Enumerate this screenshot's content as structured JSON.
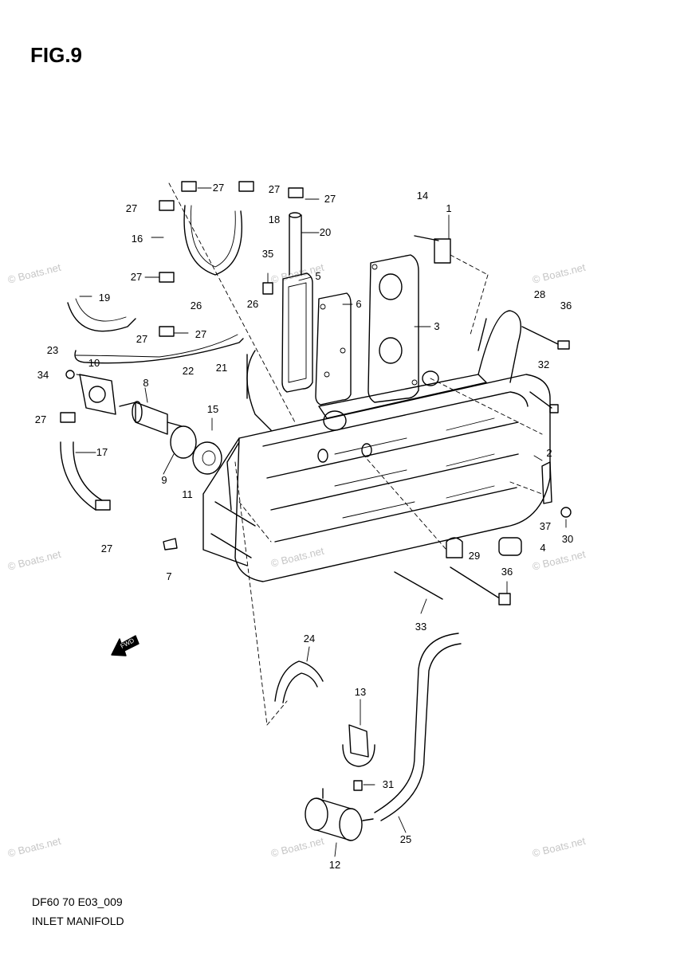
{
  "figure": {
    "title": "FIG.9",
    "code": "DF60 70 E03_009",
    "name": "INLET MANIFOLD"
  },
  "callouts": [
    {
      "id": "c1",
      "text": "1"
    },
    {
      "id": "c2",
      "text": "2"
    },
    {
      "id": "c3",
      "text": "3"
    },
    {
      "id": "c4",
      "text": "4"
    },
    {
      "id": "c5",
      "text": "5"
    },
    {
      "id": "c6",
      "text": "6"
    },
    {
      "id": "c7",
      "text": "7"
    },
    {
      "id": "c8",
      "text": "8"
    },
    {
      "id": "c9",
      "text": "9"
    },
    {
      "id": "c10",
      "text": "10"
    },
    {
      "id": "c11",
      "text": "11"
    },
    {
      "id": "c12",
      "text": "12"
    },
    {
      "id": "c13",
      "text": "13"
    },
    {
      "id": "c14",
      "text": "14"
    },
    {
      "id": "c15",
      "text": "15"
    },
    {
      "id": "c16",
      "text": "16"
    },
    {
      "id": "c17",
      "text": "17"
    },
    {
      "id": "c18",
      "text": "18"
    },
    {
      "id": "c19",
      "text": "19"
    },
    {
      "id": "c20",
      "text": "20"
    },
    {
      "id": "c21",
      "text": "21"
    },
    {
      "id": "c22",
      "text": "22"
    },
    {
      "id": "c23",
      "text": "23"
    },
    {
      "id": "c24",
      "text": "24"
    },
    {
      "id": "c25",
      "text": "25"
    },
    {
      "id": "c26a",
      "text": "26"
    },
    {
      "id": "c26b",
      "text": "26"
    },
    {
      "id": "c27a",
      "text": "27"
    },
    {
      "id": "c27b",
      "text": "27"
    },
    {
      "id": "c27c",
      "text": "27"
    },
    {
      "id": "c27d",
      "text": "27"
    },
    {
      "id": "c27e",
      "text": "27"
    },
    {
      "id": "c27f",
      "text": "27"
    },
    {
      "id": "c27g",
      "text": "27"
    },
    {
      "id": "c27h",
      "text": "27"
    },
    {
      "id": "c27i",
      "text": "27"
    },
    {
      "id": "c27j",
      "text": "27"
    },
    {
      "id": "c28",
      "text": "28"
    },
    {
      "id": "c29",
      "text": "29"
    },
    {
      "id": "c30",
      "text": "30"
    },
    {
      "id": "c31",
      "text": "31"
    },
    {
      "id": "c32",
      "text": "32"
    },
    {
      "id": "c33",
      "text": "33"
    },
    {
      "id": "c34",
      "text": "34"
    },
    {
      "id": "c35",
      "text": "35"
    },
    {
      "id": "c36a",
      "text": "36"
    },
    {
      "id": "c36b",
      "text": "36"
    },
    {
      "id": "c37",
      "text": "37"
    }
  ],
  "watermark": "© Boats.net",
  "direction_arrow": "FWD",
  "colors": {
    "line": "#000000",
    "background": "#ffffff",
    "watermark": "#c6c6c6"
  }
}
